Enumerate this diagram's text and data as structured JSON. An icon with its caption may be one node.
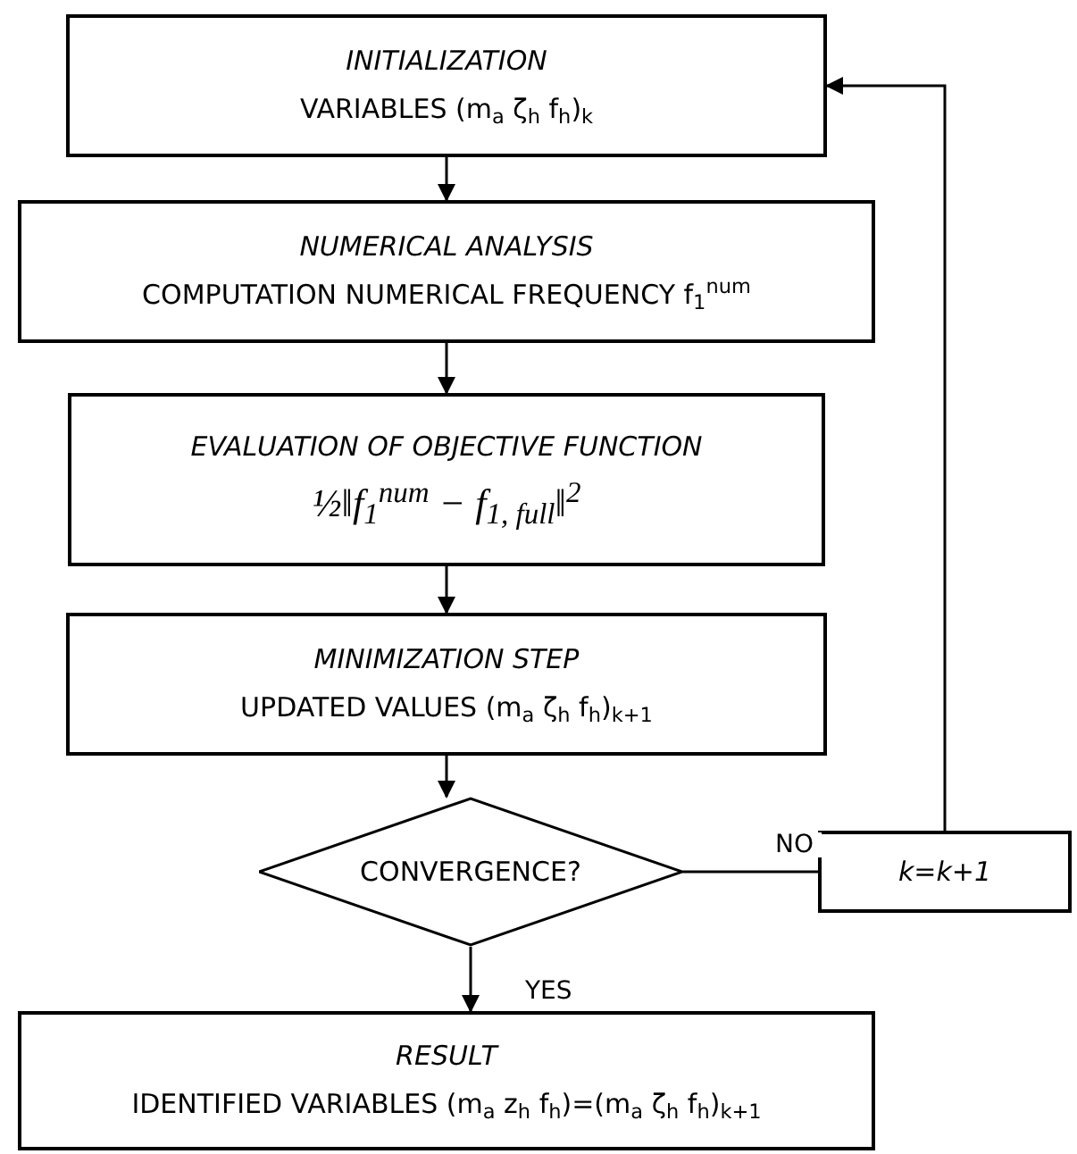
{
  "diagram": {
    "nodes": [
      {
        "text": [
          "INITIALIZATION",
          "VARIABLES (m$_{a}$ ζ$_{h}$ f$_{h}$)$_{k}$"
        ]
      },
      {
        "text": [
          "NUMERICAL ANALYSIS",
          "COMPUTATION NUMERICAL FREQUENCY f$_{1}$$^{num}$"
        ]
      },
      {
        "text": [
          "EVALUATION OF OBJECTIVE FUNCTION",
          "½‖f$_{1}$$^{num}$ − f$_{1, full}$‖$^{2}$"
        ]
      },
      {
        "text": [
          "MINIMIZATION STEP",
          "UPDATED VALUES (m$_{a}$ ζ$_{h}$ f$_{h}$)$_{k+1}$"
        ]
      },
      {
        "text": [
          "CONVERGENCE?"
        ]
      },
      {
        "text": [
          "k=k+1"
        ]
      },
      {
        "text": [
          "RESULT",
          "IDENTIFIED VARIABLES (m$_{a}$ z$_{h}$ f$_{h}$)=(m$_{a}$ ζ$_{h}$ f$_{h}$)$_{k+1}$"
        ]
      }
    ],
    "edges": [
      {
        "from": 0,
        "to": 1,
        "arrow": "to"
      },
      {
        "from": 1,
        "to": 2,
        "arrow": "to"
      },
      {
        "from": 2,
        "to": 3,
        "arrow": "to"
      },
      {
        "from": 3,
        "to": 4,
        "arrow": "to"
      },
      {
        "from": 4,
        "to": 5,
        "arrow": "none",
        "label": "NO"
      },
      {
        "from": 5,
        "to": 0,
        "arrow": "to"
      },
      {
        "from": 4,
        "to": 6,
        "arrow": "to",
        "label": "YES"
      }
    ]
  }
}
